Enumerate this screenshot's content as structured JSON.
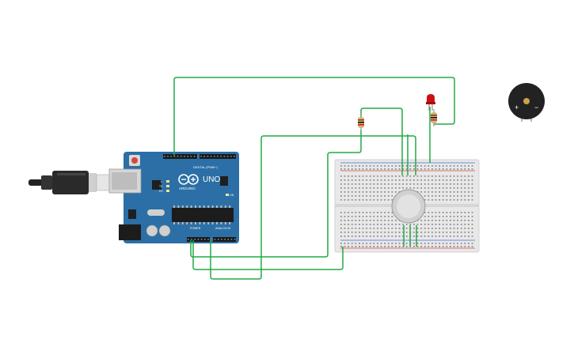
{
  "board": {
    "brand": "ARDUINO",
    "model": "UNO",
    "digital_label": "DIGITAL (PWM~)",
    "power_label": "POWER",
    "analog_label": "ANALOG IN",
    "led_labels": [
      "TX",
      "RX"
    ],
    "on_label": "ON",
    "l_label": "L"
  },
  "buzzer": {
    "plus": "+",
    "minus": "−"
  },
  "colors": {
    "wire": "#22aa44",
    "board": "#2b6fa6",
    "breadboard": "#e8e8e8",
    "led": "#cc1111",
    "sensor": "#d9d9d9"
  }
}
